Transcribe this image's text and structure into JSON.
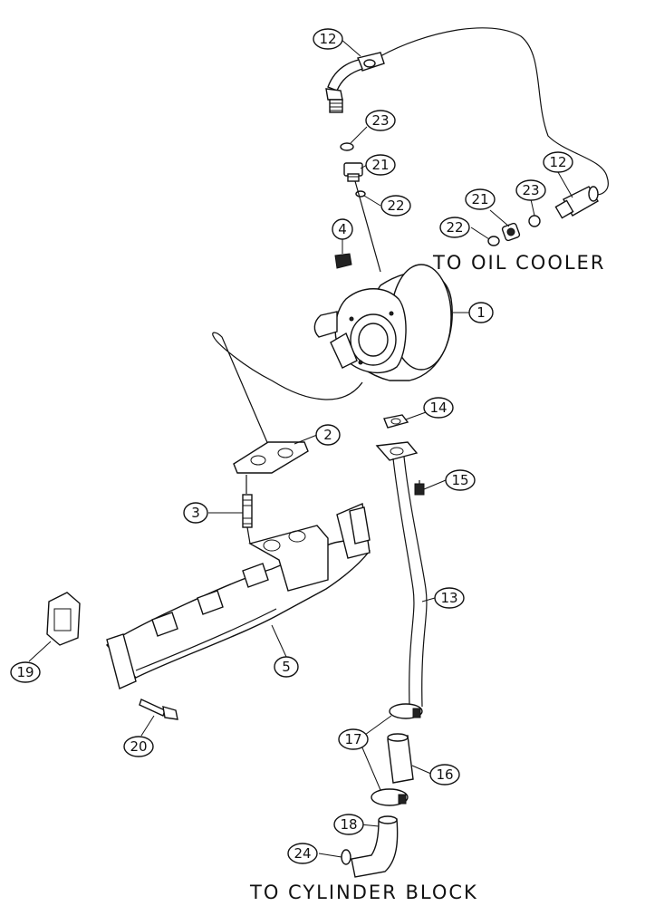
{
  "callouts": [
    {
      "id": "c12a",
      "label": "12"
    },
    {
      "id": "c23a",
      "label": "23"
    },
    {
      "id": "c21a",
      "label": "21"
    },
    {
      "id": "c22a",
      "label": "22"
    },
    {
      "id": "c4",
      "label": "4"
    },
    {
      "id": "c12b",
      "label": "12"
    },
    {
      "id": "c23b",
      "label": "23"
    },
    {
      "id": "c21b",
      "label": "21"
    },
    {
      "id": "c22b",
      "label": "22"
    },
    {
      "id": "c1",
      "label": "1"
    },
    {
      "id": "c14",
      "label": "14"
    },
    {
      "id": "c2",
      "label": "2"
    },
    {
      "id": "c15",
      "label": "15"
    },
    {
      "id": "c3",
      "label": "3"
    },
    {
      "id": "c13",
      "label": "13"
    },
    {
      "id": "c5",
      "label": "5"
    },
    {
      "id": "c19",
      "label": "19"
    },
    {
      "id": "c20",
      "label": "20"
    },
    {
      "id": "c17",
      "label": "17"
    },
    {
      "id": "c16",
      "label": "16"
    },
    {
      "id": "c18",
      "label": "18"
    },
    {
      "id": "c24",
      "label": "24"
    }
  ],
  "captions": {
    "oil_cooler": "TO OIL COOLER",
    "cylinder_block": "TO CYLINDER BLOCK"
  }
}
